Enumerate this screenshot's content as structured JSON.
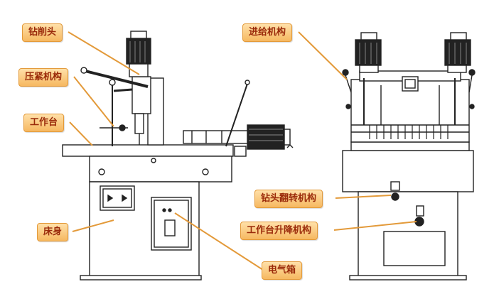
{
  "labels": {
    "drill_head": "钻削头",
    "clamp_mechanism": "压紧机构",
    "worktable": "工作台",
    "machine_bed": "床身",
    "electrical_box": "电气箱",
    "feed_mechanism": "进给机构",
    "drill_flip_mechanism": "钻头翻转机构",
    "table_lift_mechanism": "工作台升降机构"
  },
  "colors": {
    "line": "#222222",
    "callout_fill": "#f7c27a",
    "callout_border": "#e39a3a",
    "callout_text": "#9a2a0a"
  }
}
